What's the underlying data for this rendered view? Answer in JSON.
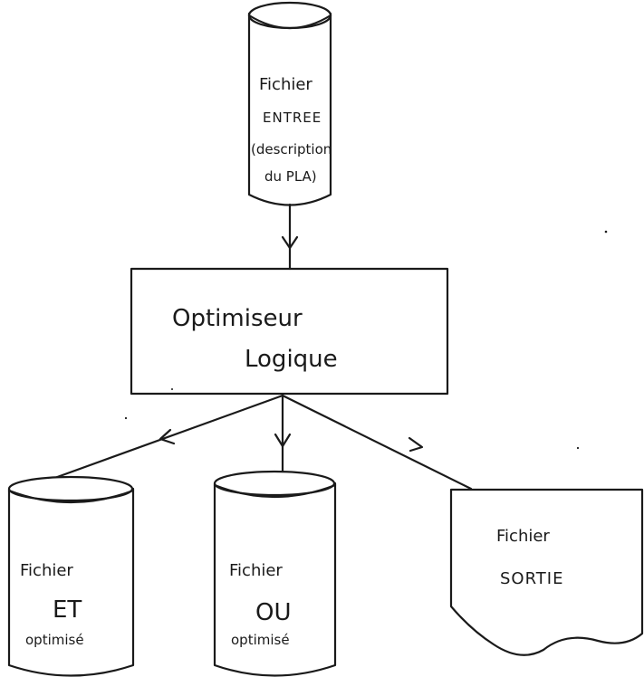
{
  "input_file": {
    "line1": "Fichier",
    "line2": "ENTREE",
    "line3": "(description",
    "line4": "du PLA)"
  },
  "optimizer": {
    "line1": "Optimiseur",
    "line2": "Logique"
  },
  "and_file": {
    "line1": "Fichier",
    "line2": "ET",
    "line3": "optimisé"
  },
  "or_file": {
    "line1": "Fichier",
    "line2": "OU",
    "line3": "optimisé"
  },
  "output_file": {
    "line1": "Fichier",
    "line2": "SORTIE"
  }
}
